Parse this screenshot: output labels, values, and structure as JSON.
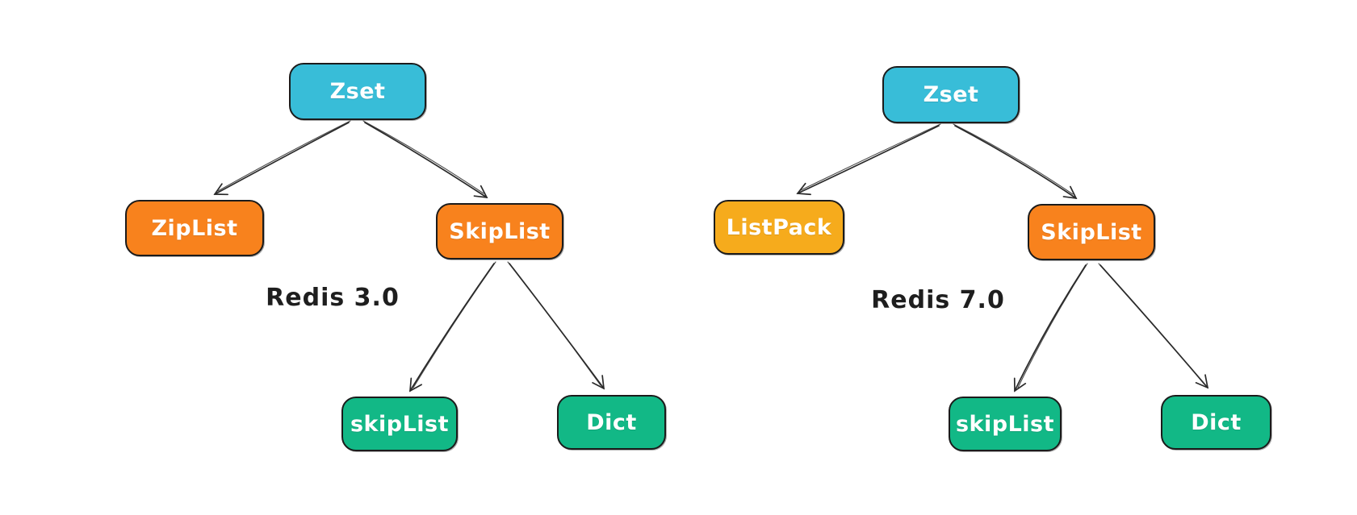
{
  "colors": {
    "background": "#ffffff",
    "stroke": "#1b1b1b",
    "arrow": "#2a2a2a",
    "node_text": "#ffffff",
    "caption_text": "#1e1e1e",
    "cyan": "#38bdd8",
    "orange": "#f8821d",
    "yellow": "#f6ab1c",
    "green": "#12b886"
  },
  "diagrams": [
    {
      "caption": "Redis 3.0",
      "nodes": [
        {
          "id": "zset",
          "label": "Zset",
          "color": "#38bdd8"
        },
        {
          "id": "ziplist",
          "label": "ZipList",
          "color": "#f8821d"
        },
        {
          "id": "skiplist",
          "label": "SkipList",
          "color": "#f8821d"
        },
        {
          "id": "skiplist-struct",
          "label": "skipList",
          "color": "#12b886"
        },
        {
          "id": "dict",
          "label": "Dict",
          "color": "#12b886"
        }
      ],
      "edges": [
        {
          "from": "Zset",
          "to": "ZipList"
        },
        {
          "from": "Zset",
          "to": "SkipList"
        },
        {
          "from": "SkipList",
          "to": "skipList"
        },
        {
          "from": "SkipList",
          "to": "Dict"
        }
      ]
    },
    {
      "caption": "Redis 7.0",
      "nodes": [
        {
          "id": "zset",
          "label": "Zset",
          "color": "#38bdd8"
        },
        {
          "id": "listpack",
          "label": "ListPack",
          "color": "#f6ab1c"
        },
        {
          "id": "skiplist",
          "label": "SkipList",
          "color": "#f8821d"
        },
        {
          "id": "skiplist-struct",
          "label": "skipList",
          "color": "#12b886"
        },
        {
          "id": "dict",
          "label": "Dict",
          "color": "#12b886"
        }
      ],
      "edges": [
        {
          "from": "Zset",
          "to": "ListPack"
        },
        {
          "from": "Zset",
          "to": "SkipList"
        },
        {
          "from": "SkipList",
          "to": "skipList"
        },
        {
          "from": "SkipList",
          "to": "Dict"
        }
      ]
    }
  ]
}
